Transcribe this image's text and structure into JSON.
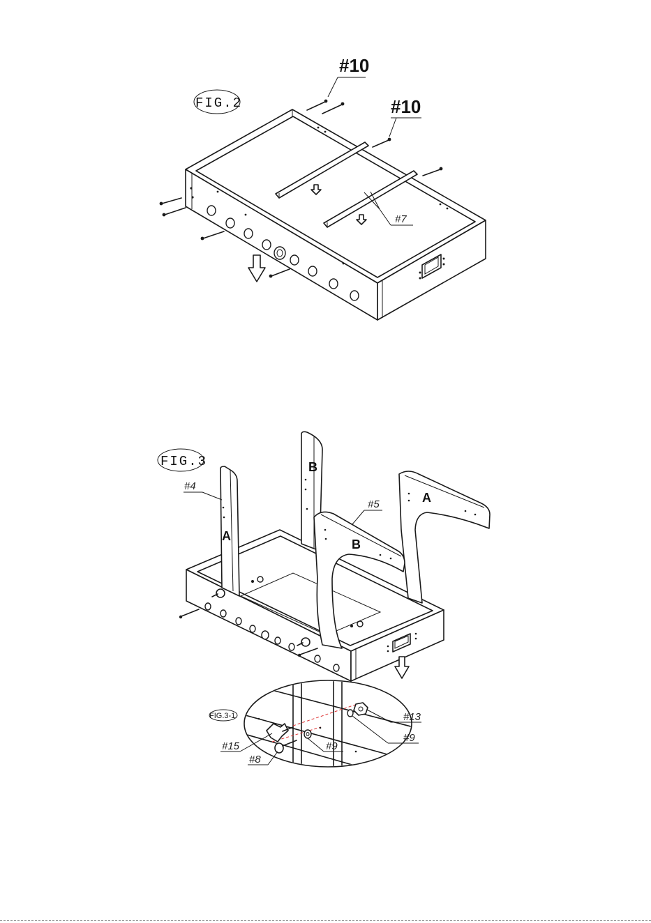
{
  "fig2": {
    "title": "FIG.2",
    "label_screw_top_left": "#10",
    "label_screw_top_right": "#10",
    "label_rod": "#7"
  },
  "fig3": {
    "title": "FIG.3",
    "label_leg_a": "#4",
    "label_leg_b": "#5",
    "letter_a_left": "A",
    "letter_b_back": "B",
    "letter_b_front": "B",
    "letter_a_right": "A"
  },
  "fig3_1": {
    "title": "FIG.3-1",
    "label_knob": "#15",
    "label_bolt": "#8",
    "label_washer_front": "#9",
    "label_washer_back": "#9",
    "label_nut": "#13"
  },
  "icons": {
    "down_arrow": "down-arrow-icon",
    "screw": "screw-icon"
  }
}
